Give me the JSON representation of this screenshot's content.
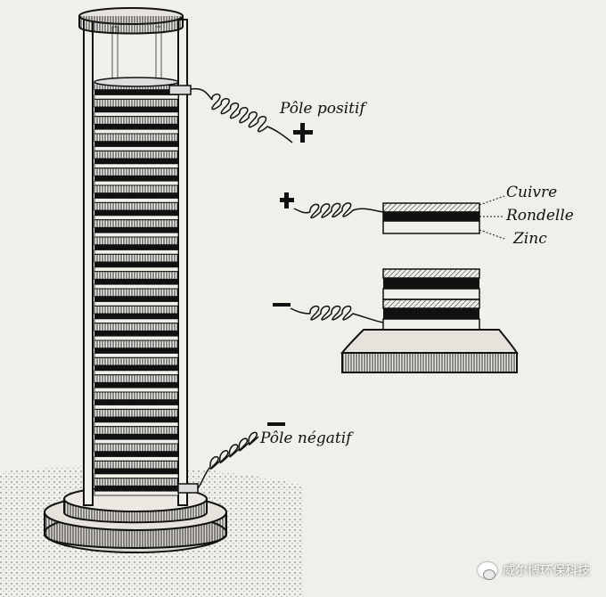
{
  "labels": {
    "pole_positif": "Pôle positif",
    "pole_negatif": "Pôle négatif",
    "cuivre": "Cuivre",
    "rondelle": "Rondelle",
    "zinc": "Zinc",
    "plus_sign": "+",
    "minus_sign": "−"
  },
  "watermark": {
    "text": "威尔博环保科技"
  },
  "colors": {
    "paper": "#f1efe9",
    "ink": "#111111"
  }
}
